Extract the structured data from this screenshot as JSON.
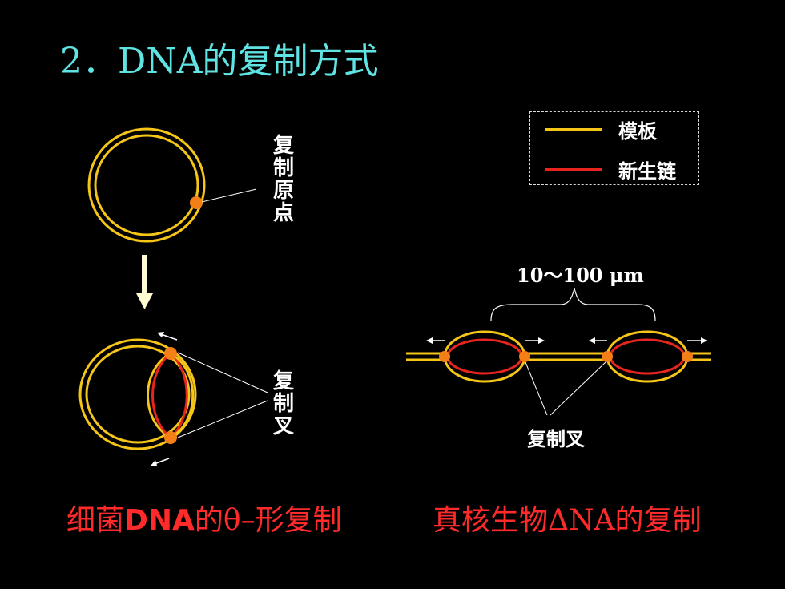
{
  "title": "2．DNA的复制方式",
  "labels": {
    "origin": "复制原点",
    "fork_left": "复制叉",
    "fork_right": "复制叉",
    "scale": "10～100 μm"
  },
  "legend": {
    "items": [
      {
        "label": "模板",
        "color": "#f5c518"
      },
      {
        "label": "新生链",
        "color": "#e8241f"
      }
    ]
  },
  "captions": {
    "left": {
      "part1": "细菌",
      "part2": "DNA",
      "part3": "的θ–形复制"
    },
    "right": "真核生物ΔNA的复制"
  },
  "colors": {
    "template": "#f5c518",
    "new_strand": "#e8241f",
    "origin_dot": "#f57f17",
    "title": "#5fe3e3",
    "caption": "#ff2a2a"
  }
}
